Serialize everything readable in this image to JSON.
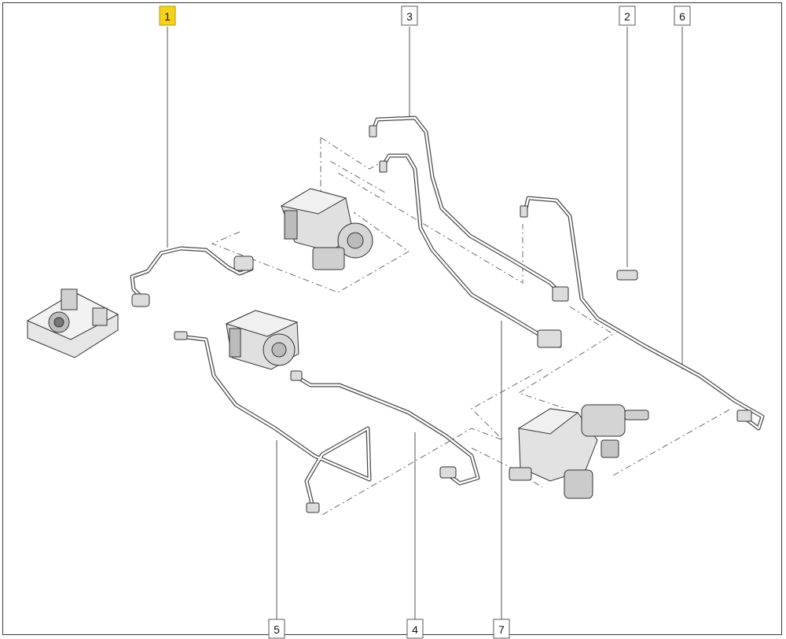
{
  "diagram": {
    "callouts": [
      {
        "id": "1",
        "label": "1",
        "highlighted": true
      },
      {
        "id": "2",
        "label": "2",
        "highlighted": false
      },
      {
        "id": "3",
        "label": "3",
        "highlighted": false
      },
      {
        "id": "4",
        "label": "4",
        "highlighted": false
      },
      {
        "id": "5",
        "label": "5",
        "highlighted": false
      },
      {
        "id": "6",
        "label": "6",
        "highlighted": false
      },
      {
        "id": "7",
        "label": "7",
        "highlighted": false
      }
    ],
    "colors": {
      "highlight": "#f6d21a",
      "line": "#4a4a4a",
      "dash": "#6a6a6a",
      "part_fill": "#e6e6e6"
    }
  }
}
